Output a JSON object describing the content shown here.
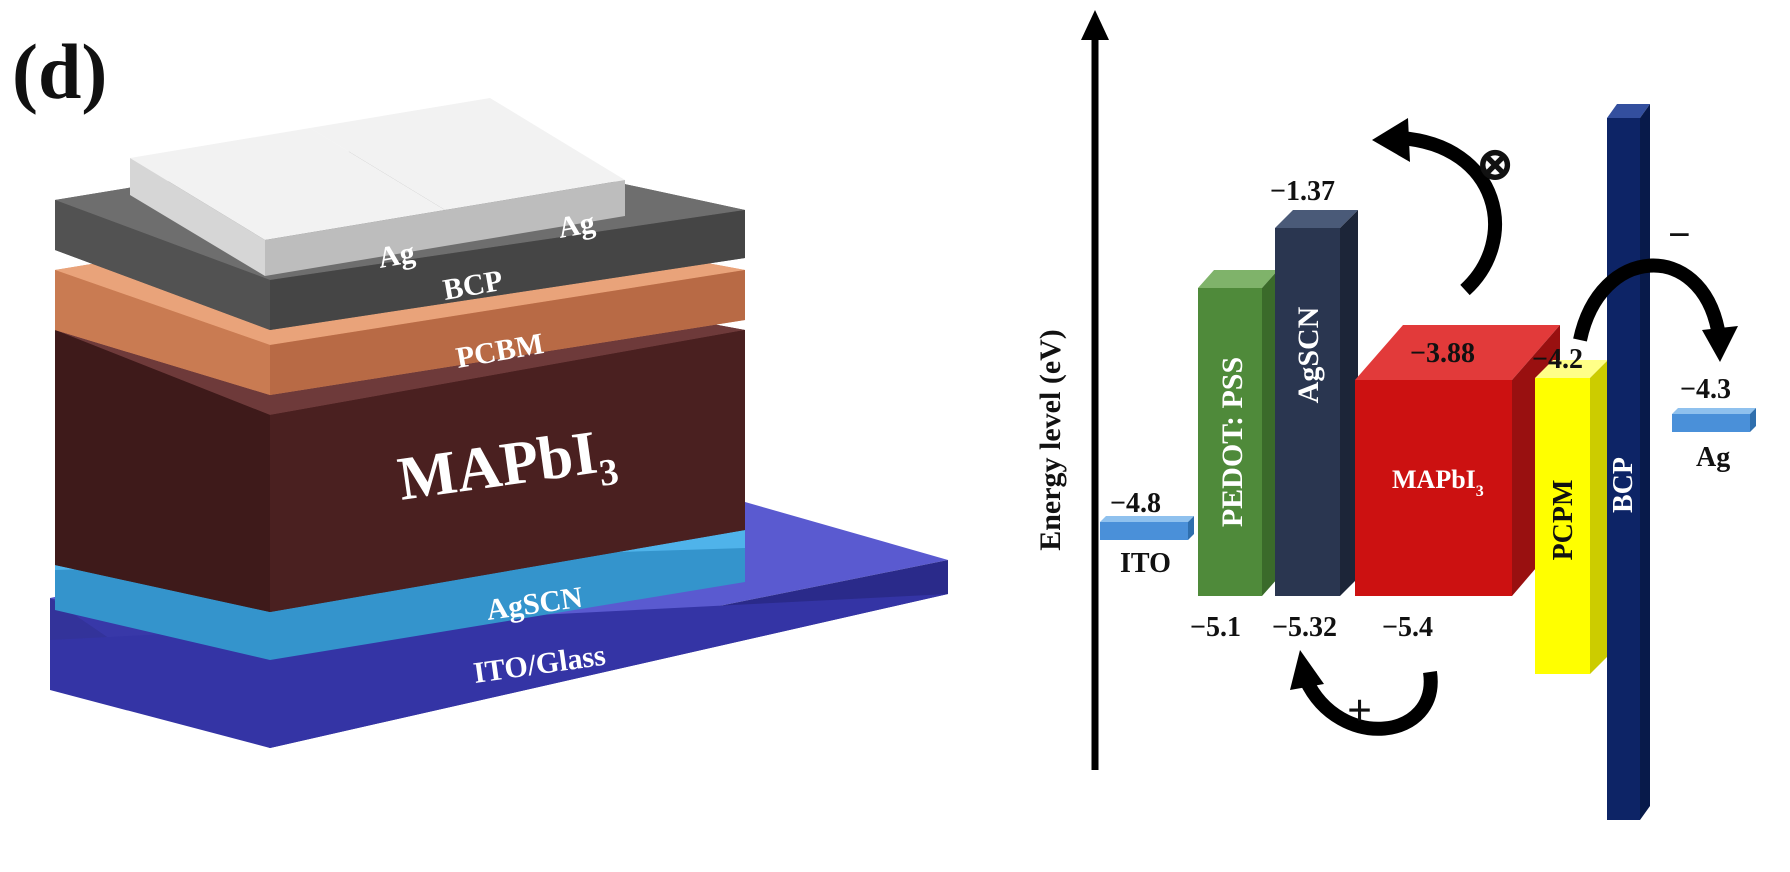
{
  "panel_label": "(d)",
  "device_stack": {
    "electrode_left": "Ag",
    "electrode_right": "Ag",
    "bcp": "BCP",
    "pcbm": "PCBM",
    "absorber_main": "MAPbI",
    "absorber_sub": "3",
    "htl": "AgSCN",
    "substrate": "ITO/Glass"
  },
  "energy_diagram": {
    "axis_label": "Energy level (eV)",
    "ito": {
      "name": "ITO",
      "value": "−4.8"
    },
    "pedot": {
      "name": "PEDOT: PSS",
      "bottom": "−5.1"
    },
    "agscn": {
      "name": "AgSCN",
      "top": "−1.37",
      "bottom": "−5.32"
    },
    "mapbi3": {
      "name_main": "MAPbI",
      "name_sub": "3",
      "top": "−3.88",
      "bottom": "−5.4"
    },
    "pcpm": {
      "name": "PCPM",
      "top": "−4.2"
    },
    "bcp": {
      "name": "BCP"
    },
    "ag": {
      "name": "Ag",
      "value": "−4.3"
    },
    "blocked_symbol": "⊗",
    "hole_symbol": "+",
    "electron_symbol": "−"
  },
  "colors": {
    "ag": "#c8c8c8",
    "bcp": "#595959",
    "pcbm": "#d98a5e",
    "mapbi3": "#4a2020",
    "agscn_layer": "#3d9fd9",
    "ito_glass": "#3b3bb0",
    "pedot": "#4f8a3a",
    "agscn_bar": "#2a3650",
    "mapbi3_bar": "#cc1111",
    "pcpm": "#ffff00",
    "bcp_bar": "#0d2466",
    "electrode": "#4a90d9"
  }
}
